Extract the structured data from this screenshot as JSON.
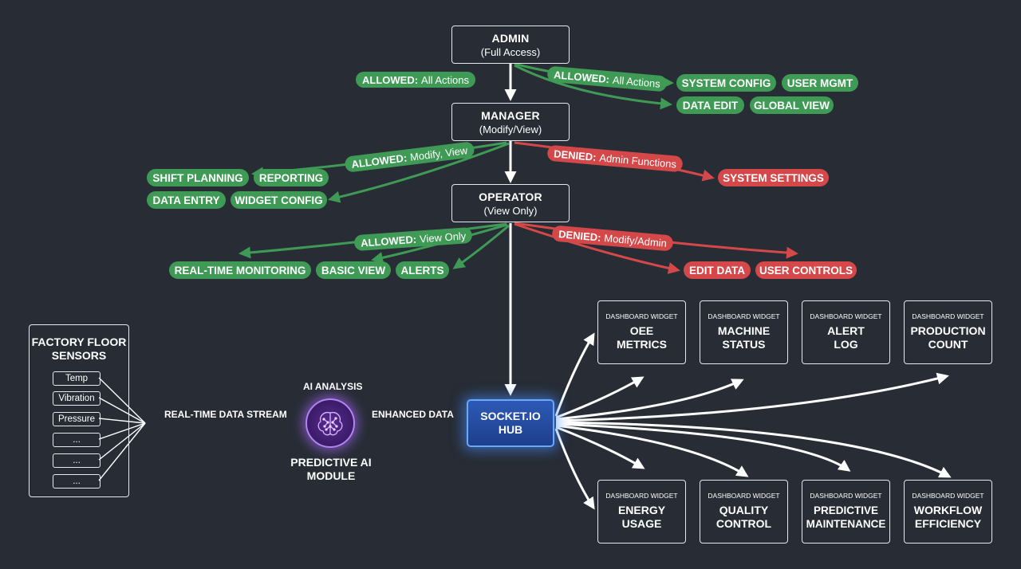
{
  "roles": {
    "admin": {
      "title": "ADMIN",
      "sub": "(Full Access)"
    },
    "manager": {
      "title": "MANAGER",
      "sub": "(Modify/View)"
    },
    "operator": {
      "title": "OPERATOR",
      "sub": "(View Only)"
    }
  },
  "labels": {
    "admin_left": {
      "kw": "ALLOWED:",
      "text": "All Actions"
    },
    "admin_right": {
      "kw": "ALLOWED:",
      "text": "All Actions"
    },
    "manager_allowed": {
      "kw": "ALLOWED:",
      "text": "Modify, View"
    },
    "manager_denied": {
      "kw": "DENIED:",
      "text": "Admin Functions"
    },
    "operator_allowed": {
      "kw": "ALLOWED:",
      "text": "View Only"
    },
    "operator_denied": {
      "kw": "DENIED:",
      "text": "Modify/Admin"
    }
  },
  "permissions": {
    "system_config": "SYSTEM CONFIG",
    "user_mgmt": "USER MGMT",
    "data_edit": "DATA EDIT",
    "global_view": "GLOBAL VIEW",
    "shift_planning": "SHIFT PLANNING",
    "reporting": "REPORTING",
    "data_entry": "DATA ENTRY",
    "widget_config": "WIDGET CONFIG",
    "system_settings": "SYSTEM SETTINGS",
    "realtime_monitoring": "REAL-TIME MONITORING",
    "basic_view": "BASIC VIEW",
    "alerts": "ALERTS",
    "edit_data": "EDIT DATA",
    "user_controls": "USER CONTROLS"
  },
  "sensors": {
    "title": "FACTORY FLOOR SENSORS",
    "items": [
      "Temp",
      "Vibration",
      "Pressure",
      "...",
      "...",
      "..."
    ]
  },
  "flow": {
    "stream_label": "REAL-TIME DATA STREAM",
    "ai_top": "AI ANALYSIS",
    "ai_name": "PREDICTIVE AI MODULE",
    "enhanced_label": "ENHANCED DATA",
    "hub": "SOCKET.IO HUB"
  },
  "widgets": {
    "kind": "DASHBOARD WIDGET",
    "items": [
      "OEE METRICS",
      "MACHINE STATUS",
      "ALERT LOG",
      "PRODUCTION COUNT",
      "ENERGY USAGE",
      "QUALITY CONTROL",
      "PREDICTIVE MAINTENANCE",
      "WORKFLOW EFFICIENCY"
    ]
  },
  "colors": {
    "background": "#272c35",
    "allowed": "#3e9a55",
    "denied": "#d5484a",
    "hub": "#2d5ab7",
    "ai": "#5b2a94"
  }
}
